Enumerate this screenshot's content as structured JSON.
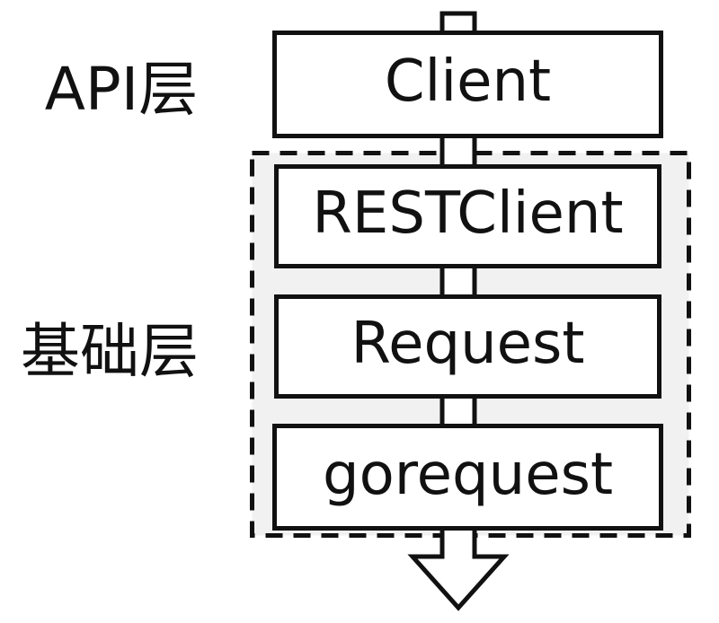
{
  "diagram": {
    "title": "",
    "type": "layered-architecture-flow",
    "layers": [
      {
        "id": "api-layer",
        "label": "API层"
      },
      {
        "id": "foundation-layer",
        "label": "基础层"
      }
    ],
    "nodes": [
      {
        "id": "client",
        "label": "Client",
        "layer": "api-layer"
      },
      {
        "id": "restclient",
        "label": "RESTClient",
        "layer": "foundation-layer"
      },
      {
        "id": "request",
        "label": "Request",
        "layer": "foundation-layer"
      },
      {
        "id": "gorequest",
        "label": "gorequest",
        "layer": "foundation-layer"
      }
    ],
    "flow": {
      "direction": "down",
      "order": [
        "Client",
        "RESTClient",
        "Request",
        "gorequest"
      ]
    },
    "colors": {
      "stroke": "#111111",
      "box_fill": "#ffffff",
      "container_fill": "#f1f1f1",
      "background": "#ffffff"
    }
  }
}
